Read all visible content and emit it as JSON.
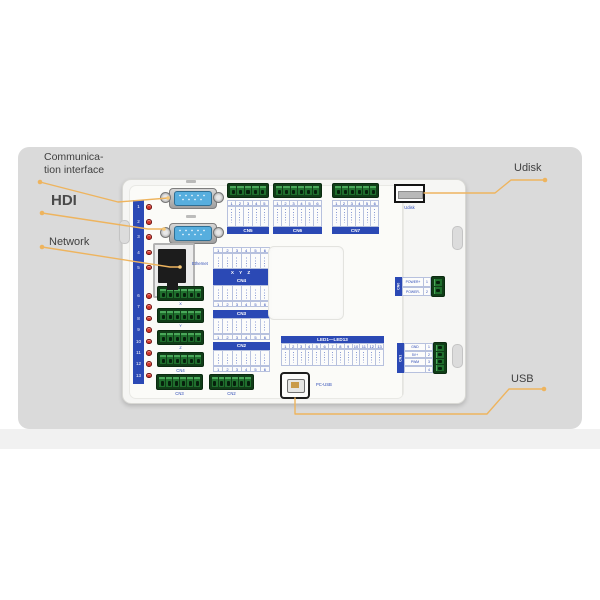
{
  "callouts": {
    "communication": {
      "line1": "Communica-",
      "line2": "tion interface"
    },
    "hdi": "HDI",
    "network": "Network",
    "udisk": "Udisk",
    "usb": "USB"
  },
  "board": {
    "led_strip": {
      "top": [
        "1",
        "2",
        "3",
        "4",
        "5"
      ],
      "bottom": [
        "6",
        "7",
        "8",
        "9",
        "10",
        "11",
        "12",
        "13"
      ]
    },
    "ethernet_label": "Ethernet",
    "udisk_label": "Udisk",
    "pc_usb_label": "PC-USB",
    "top_connectors": [
      {
        "name": "CN5",
        "pins": [
          "1",
          "2",
          "3",
          "4",
          "5"
        ]
      },
      {
        "name": "CN6",
        "pins": [
          "1",
          "2",
          "3",
          "4",
          "5",
          "6"
        ]
      },
      {
        "name": "CN7",
        "pins": [
          "1",
          "2",
          "3",
          "4",
          "5",
          "6"
        ]
      }
    ],
    "mid_tables": {
      "top_pins": [
        "1",
        "2",
        "3",
        "4",
        "5",
        "6"
      ],
      "xyz": "X Y Z",
      "cn4": {
        "name": "CN4",
        "pins": [
          "1",
          "2",
          "3",
          "4",
          "5",
          "6"
        ]
      },
      "cn3": {
        "name": "CN3",
        "pins": [
          "1",
          "2",
          "3",
          "4",
          "5",
          "6"
        ]
      },
      "cn2": {
        "name": "CN2",
        "pins": [
          "1",
          "2",
          "3",
          "4",
          "5",
          "6"
        ]
      }
    },
    "axis_block_labels": {
      "a": "X",
      "b": "Y",
      "c": "Z",
      "d": "CN4"
    },
    "bottom_block_labels": {
      "left": "CN3",
      "right": "CN2"
    },
    "led_table": {
      "title": "LED1—LED13",
      "columns": [
        "1",
        "2",
        "3",
        "4",
        "5",
        "6",
        "7",
        "8",
        "9",
        "10",
        "11",
        "12",
        "13"
      ]
    },
    "cn0": {
      "name": "CN0",
      "rows": [
        {
          "label": "POWER+",
          "pin": "1"
        },
        {
          "label": "POWER-",
          "pin": "2"
        }
      ]
    },
    "cn1": {
      "name": "CN1",
      "rows": [
        {
          "label": "GND",
          "pin": "1"
        },
        {
          "label": "5V+",
          "pin": "2"
        },
        {
          "label": "PWM",
          "pin": "3"
        },
        {
          "label": "",
          "pin": "4"
        }
      ]
    }
  },
  "colors": {
    "accent_blue": "#2b49b5",
    "callout_orange": "#eeb45e",
    "led_red": "#d23227",
    "terminal_green": "#1f6f2d",
    "panel_gray": "#dadada"
  }
}
